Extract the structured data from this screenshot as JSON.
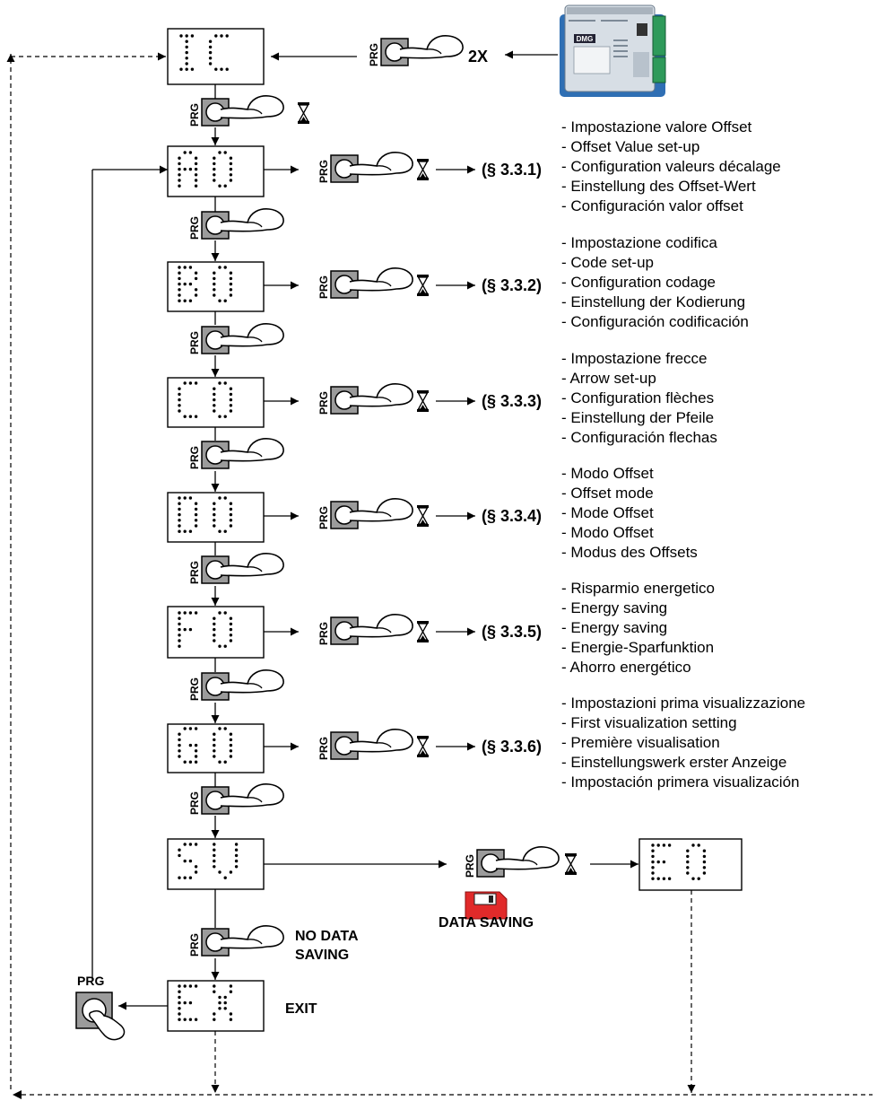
{
  "button_label": "PRG",
  "entry": {
    "press_count": "2X"
  },
  "device": {
    "brand": "DMG"
  },
  "displays": [
    "IC",
    "A0",
    "B0",
    "C0",
    "D0",
    "F0",
    "G0",
    "SV",
    "EX",
    "E0"
  ],
  "menu_items": [
    {
      "code": "A0",
      "ref": "(§ 3.3.1)",
      "descriptions": [
        "- Impostazione valore Offset",
        "- Offset Value set-up",
        "- Configuration valeurs décalage",
        "- Einstellung des Offset-Wert",
        "- Configuración valor offset"
      ]
    },
    {
      "code": "B0",
      "ref": "(§ 3.3.2)",
      "descriptions": [
        "- Impostazione codifica",
        "- Code set-up",
        "- Configuration codage",
        "- Einstellung der Kodierung",
        "- Configuración codificación"
      ]
    },
    {
      "code": "C0",
      "ref": "(§ 3.3.3)",
      "descriptions": [
        "- Impostazione frecce",
        "- Arrow set-up",
        "- Configuration flèches",
        "- Einstellung der Pfeile",
        "- Configuración flechas"
      ]
    },
    {
      "code": "D0",
      "ref": "(§ 3.3.4)",
      "descriptions": [
        "- Modo Offset",
        "- Offset mode",
        "- Mode Offset",
        "- Modo Offset",
        "- Modus des Offsets"
      ]
    },
    {
      "code": "F0",
      "ref": "(§ 3.3.5)",
      "descriptions": [
        "- Risparmio energetico",
        "- Energy saving",
        "- Energy saving",
        "- Energie-Sparfunktion",
        "- Ahorro energético"
      ]
    },
    {
      "code": "G0",
      "ref": "(§ 3.3.6)",
      "descriptions": [
        "- Impostazioni prima visualizzazione",
        "- First visualization setting",
        "- Première visualisation",
        "- Einstellungswerk erster Anzeige",
        "- Impostación primera visualización"
      ]
    }
  ],
  "save": {
    "data_saving": "DATA SAVING",
    "no_data_saving_1": "NO DATA",
    "no_data_saving_2": "SAVING"
  },
  "exit": {
    "label": "EXIT"
  },
  "colors": {
    "button_fill": "#9b9b9b",
    "floppy": "#e12a2a",
    "device_blue": "#2f6fb4",
    "terminal_green": "#2e9a5a"
  },
  "icons": [
    "prg-button-icon",
    "hand-press-icon",
    "hourglass-icon",
    "floppy-disk-icon",
    "device-icon"
  ]
}
